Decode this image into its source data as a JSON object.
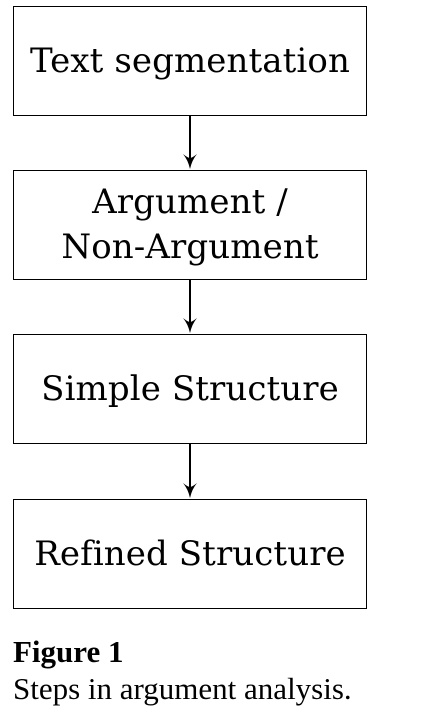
{
  "diagram": {
    "steps": [
      {
        "label": "Text segmentation"
      },
      {
        "label": "Argument /\nNon-Argument"
      },
      {
        "label": "Simple Structure"
      },
      {
        "label": "Refined Structure"
      }
    ],
    "colors": {
      "stroke": "#000000",
      "background": "#ffffff",
      "text": "#000000"
    }
  },
  "caption": {
    "label": "Figure 1",
    "text": "Steps in argument analysis."
  }
}
